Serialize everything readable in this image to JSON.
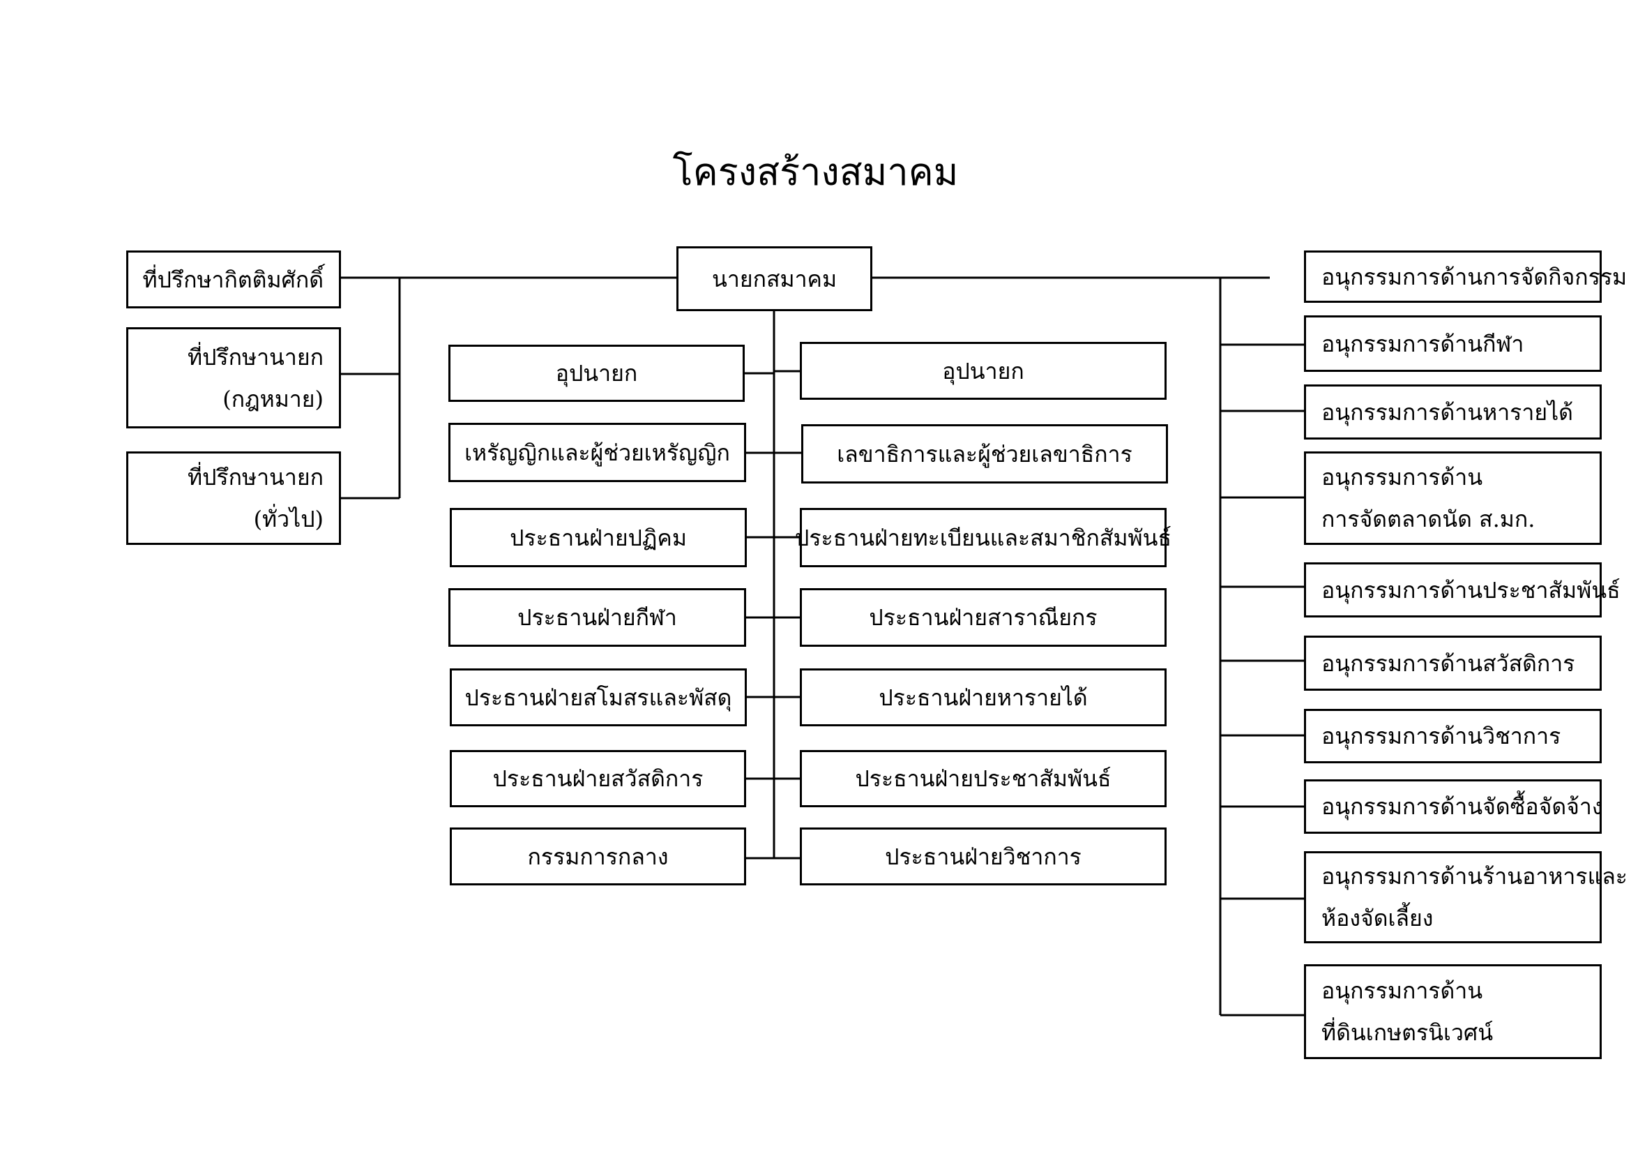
{
  "title": "โครงสร้างสมาคม",
  "president": "นายกสมาคม",
  "advisors": [
    [
      "ที่ปรึกษากิตติมศักดิ์"
    ],
    [
      "ที่ปรึกษานายก",
      "(กฎหมาย)"
    ],
    [
      "ที่ปรึกษานายก",
      "(ทั่วไป)"
    ]
  ],
  "left_positions": [
    "อุปนายก",
    "เหรัญญิกและผู้ช่วยเหรัญญิก",
    "ประธานฝ่ายปฏิคม",
    "ประธานฝ่ายกีฬา",
    "ประธานฝ่ายสโมสรและพัสดุ",
    "ประธานฝ่ายสวัสดิการ",
    "กรรมการกลาง"
  ],
  "right_positions": [
    "อุปนายก",
    "เลขาธิการและผู้ช่วยเลขาธิการ",
    "ประธานฝ่ายทะเบียนและสมาชิกสัมพันธ์",
    "ประธานฝ่ายสาราณียกร",
    "ประธานฝ่ายหารายได้",
    "ประธานฝ่ายประชาสัมพันธ์",
    "ประธานฝ่ายวิชาการ"
  ],
  "subcommittees": [
    [
      "อนุกรรมการด้านการจัดกิจกรรม"
    ],
    [
      "อนุกรรมการด้านกีฬา"
    ],
    [
      "อนุกรรมการด้านหารายได้"
    ],
    [
      "อนุกรรมการด้าน",
      "การจัดตลาดนัด ส.มก."
    ],
    [
      "อนุกรรมการด้านประชาสัมพันธ์"
    ],
    [
      "อนุกรรมการด้านสวัสดิการ"
    ],
    [
      "อนุกรรมการด้านวิชาการ"
    ],
    [
      "อนุกรรมการด้านจัดซื้อจัดจ้าง"
    ],
    [
      "อนุกรรมการด้านร้านอาหารและ",
      "ห้องจัดเลี้ยง"
    ],
    [
      "อนุกรรมการด้าน",
      "ที่ดินเกษตรนิเวศน์"
    ]
  ]
}
